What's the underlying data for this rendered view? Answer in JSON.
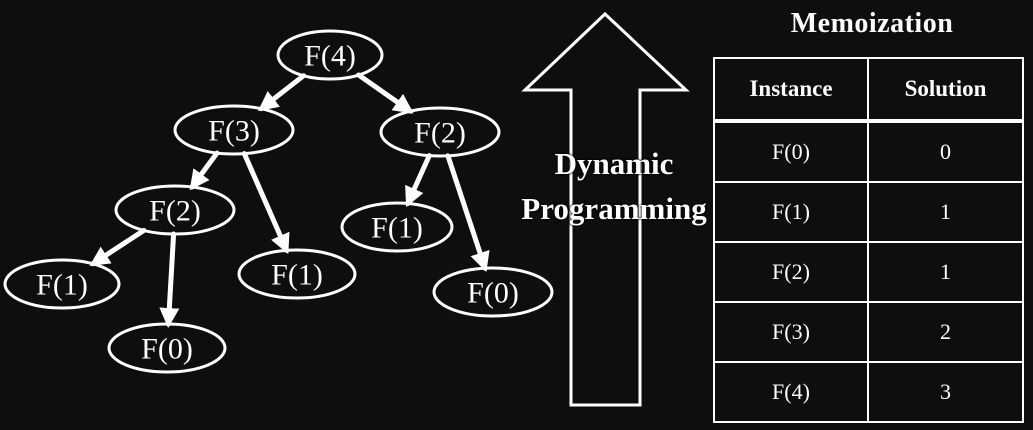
{
  "tree": {
    "nodes": [
      {
        "id": "n0",
        "label": "F(4)"
      },
      {
        "id": "n1",
        "label": "F(3)"
      },
      {
        "id": "n2",
        "label": "F(2)"
      },
      {
        "id": "n3",
        "label": "F(2)"
      },
      {
        "id": "n4",
        "label": "F(1)"
      },
      {
        "id": "n5",
        "label": "F(1)"
      },
      {
        "id": "n6",
        "label": "F(1)"
      },
      {
        "id": "n7",
        "label": "F(0)"
      },
      {
        "id": "n8",
        "label": "F(0)"
      }
    ],
    "edges": [
      [
        "n0",
        "n1"
      ],
      [
        "n0",
        "n2"
      ],
      [
        "n1",
        "n3"
      ],
      [
        "n1",
        "n5"
      ],
      [
        "n2",
        "n6"
      ],
      [
        "n2",
        "n8"
      ],
      [
        "n3",
        "n4"
      ],
      [
        "n3",
        "n7"
      ]
    ]
  },
  "arrow": {
    "label_line1": "Dynamic",
    "label_line2": "Programming"
  },
  "memo": {
    "title": "Memoization",
    "columns": [
      "Instance",
      "Solution"
    ],
    "rows": [
      [
        "F(0)",
        "0"
      ],
      [
        "F(1)",
        "1"
      ],
      [
        "F(2)",
        "1"
      ],
      [
        "F(3)",
        "2"
      ],
      [
        "F(4)",
        "3"
      ]
    ]
  },
  "colors": {
    "background": "#0e0e0e",
    "foreground": "#ffffff"
  }
}
